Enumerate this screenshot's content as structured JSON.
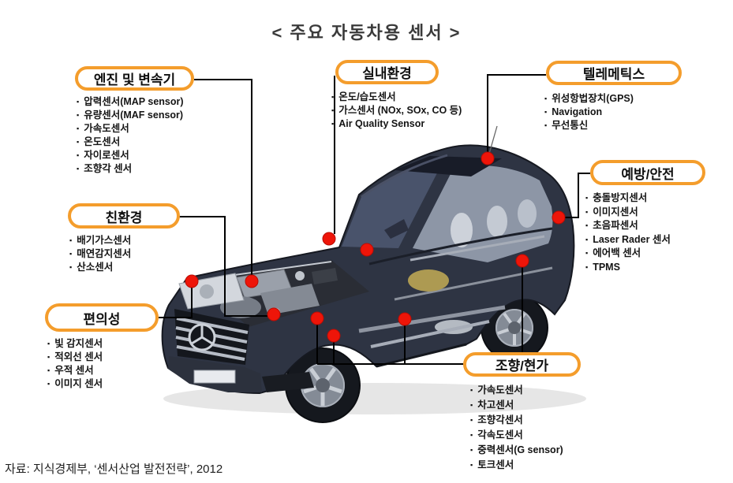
{
  "title": "< 주요 자동차용 센서 >",
  "source": "자료: 지식경제부, ‘센서산업 발전전략’, 2012",
  "colors": {
    "badge_border_orange": "#F49D2C",
    "sensor_dot_red": "#EE1509",
    "connector_line_black": "#000000",
    "car_body_dark": "#2e3443",
    "title_gray": "#3a3a3a"
  },
  "categories": [
    {
      "id": "engine-transmission",
      "label": "엔진 및 변속기",
      "items": [
        "압력센서(MAP sensor)",
        "유량센서(MAF sensor)",
        "가속도센서",
        "온도센서",
        "자이로센서",
        "조향각 센서"
      ]
    },
    {
      "id": "cabin-environment",
      "label": "실내환경",
      "items": [
        "온도/습도센서",
        "가스센서 (NOx, SOx, CO 등)",
        "Air Quality Sensor"
      ]
    },
    {
      "id": "telematics",
      "label": "텔레메틱스",
      "items": [
        "위성항법장치(GPS)",
        "Navigation",
        "무선통신"
      ]
    },
    {
      "id": "prevention-safety",
      "label": "예방/안전",
      "items": [
        "충돌방지센서",
        "이미지센서",
        "초음파센서",
        "Laser Rader 센서",
        "에어백 센서",
        "TPMS"
      ]
    },
    {
      "id": "eco-friendly",
      "label": "친환경",
      "items": [
        "배기가스센서",
        "매연감지센서",
        "산소센서"
      ]
    },
    {
      "id": "convenience",
      "label": "편의성",
      "items": [
        "빛 감지센서",
        "적외선 센서",
        "우적 센서",
        "이미지 센서"
      ]
    },
    {
      "id": "steering-suspension",
      "label": "조향/현가",
      "items": [
        "가속도센서",
        "차고센서",
        "조향각센서",
        "각속도센서",
        "중력센서(G sensor)",
        "토크센서"
      ]
    }
  ]
}
